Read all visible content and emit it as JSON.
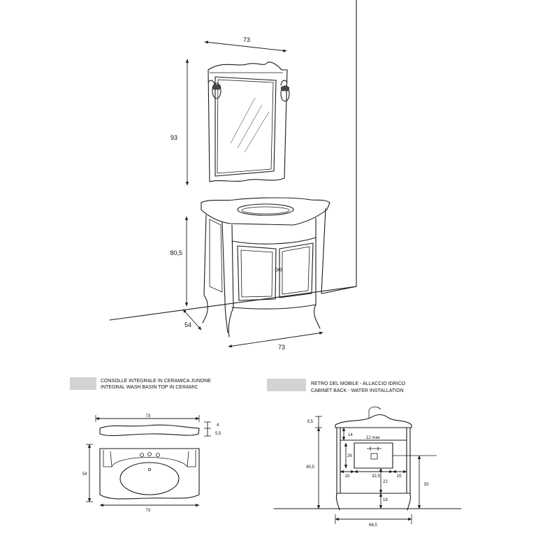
{
  "main_view": {
    "mirror_width": "73",
    "mirror_height": "93",
    "cabinet_height": "80,5",
    "cabinet_depth": "54",
    "cabinet_width": "73"
  },
  "basin_panel": {
    "caption_line1": "CONSOLLE INTEGRALE IN CERAMICA JUNONE",
    "caption_line2": "INTEGRAL WASH BASIN TOP IN CERAMIC",
    "top_width": "73",
    "thickness_top": "4",
    "thickness_side": "5,5",
    "plan_depth": "54",
    "plan_width": "73",
    "label_color": "#d3d3d3"
  },
  "back_panel": {
    "caption_line1": "RETRO DEL MOBILE - ALLACCIO IDRICO",
    "caption_line2": "CABINET BACK - WATER INSTALLATION",
    "dim_top": "9,5",
    "dim_shelf": "14",
    "dim_opening": "12 max",
    "dim_box_height": "26",
    "dim_total_height": "80,5",
    "dim_left": "15",
    "dim_center": "32,5",
    "dim_right": "15",
    "dim_mid": "22",
    "dim_floor": "18",
    "dim_drain": "50",
    "dim_width": "68,5",
    "label_color": "#d3d3d3"
  }
}
